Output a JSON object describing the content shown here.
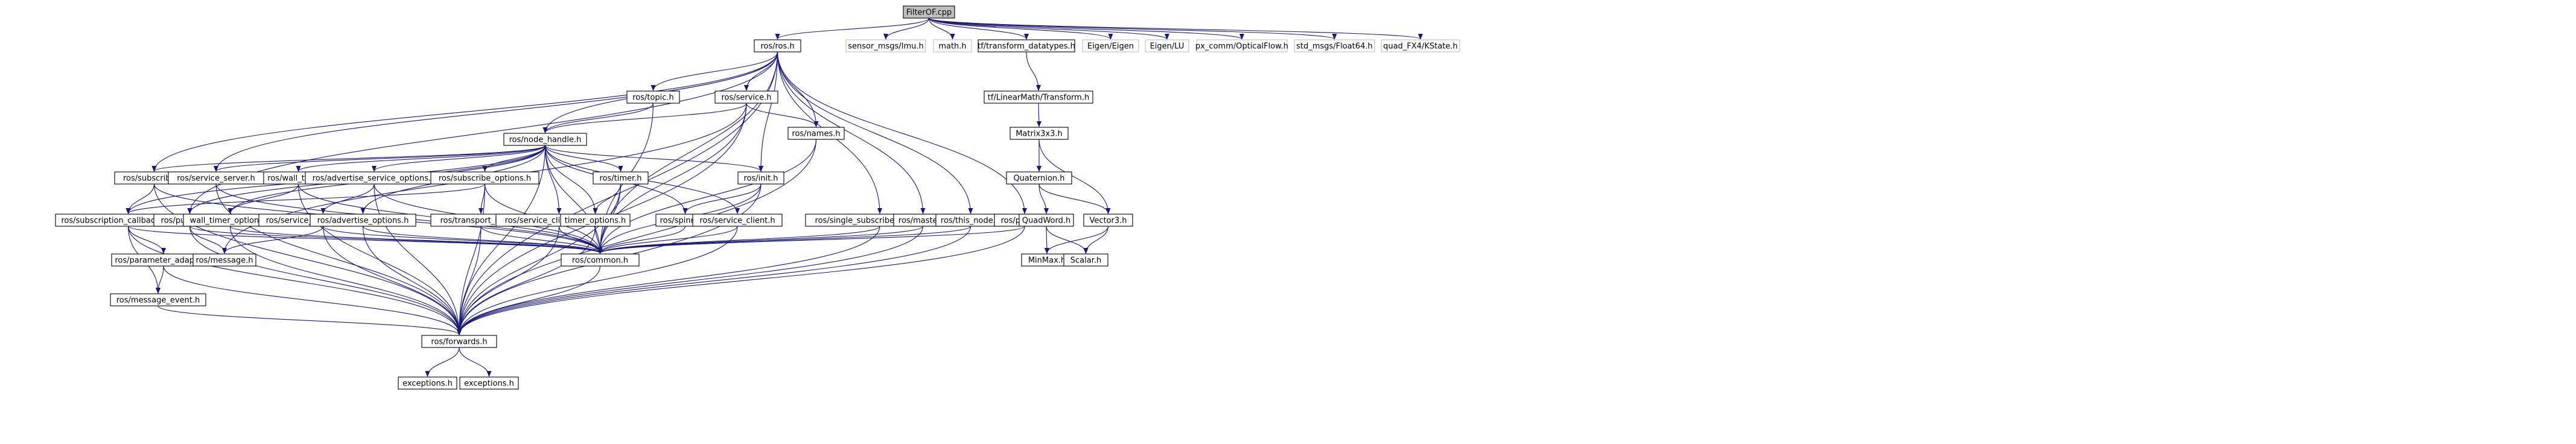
{
  "diagram": {
    "nodes": [
      {
        "id": "filterof",
        "label": "FilterOF.cpp",
        "style": "root"
      },
      {
        "id": "ros_h",
        "label": "ros/ros.h",
        "style": "plain"
      },
      {
        "id": "sensor_imu",
        "label": "sensor_msgs/Imu.h",
        "style": "ext"
      },
      {
        "id": "math_h",
        "label": "math.h",
        "style": "ext"
      },
      {
        "id": "tf_datatypes",
        "label": "tf/transform_datatypes.h",
        "style": "plain"
      },
      {
        "id": "eigen_eigen",
        "label": "Eigen/Eigen",
        "style": "ext"
      },
      {
        "id": "eigen_lu",
        "label": "Eigen/LU",
        "style": "ext"
      },
      {
        "id": "px_comm",
        "label": "px_comm/OpticalFlow.h",
        "style": "ext"
      },
      {
        "id": "std_float64",
        "label": "std_msgs/Float64.h",
        "style": "ext"
      },
      {
        "id": "quad_fx4",
        "label": "quad_FX4/KState.h",
        "style": "ext"
      },
      {
        "id": "ros_topic",
        "label": "ros/topic.h",
        "style": "plain"
      },
      {
        "id": "ros_service",
        "label": "ros/service.h",
        "style": "plain"
      },
      {
        "id": "tf_transform",
        "label": "tf/LinearMath/Transform.h",
        "style": "plain"
      },
      {
        "id": "ros_names",
        "label": "ros/names.h",
        "style": "plain"
      },
      {
        "id": "matrix3x3",
        "label": "Matrix3x3.h",
        "style": "plain"
      },
      {
        "id": "node_handle",
        "label": "ros/node_handle.h",
        "style": "plain"
      },
      {
        "id": "ros_subscriber",
        "label": "ros/subscriber.h",
        "style": "plain"
      },
      {
        "id": "service_server",
        "label": "ros/service_server.h",
        "style": "plain"
      },
      {
        "id": "wall_timer",
        "label": "ros/wall_timer.h",
        "style": "plain"
      },
      {
        "id": "adv_service_opts",
        "label": "ros/advertise_service_options.h",
        "style": "plain"
      },
      {
        "id": "subscribe_opts",
        "label": "ros/subscribe_options.h",
        "style": "plain"
      },
      {
        "id": "ros_timer",
        "label": "ros/timer.h",
        "style": "plain"
      },
      {
        "id": "ros_init",
        "label": "ros/init.h",
        "style": "plain"
      },
      {
        "id": "quaternion",
        "label": "Quaternion.h",
        "style": "plain"
      },
      {
        "id": "sub_cb_helper",
        "label": "ros/subscription_callback_helper.h",
        "style": "plain"
      },
      {
        "id": "ros_publisher",
        "label": "ros/publisher.h",
        "style": "plain"
      },
      {
        "id": "wall_timer_opts",
        "label": "wall_timer_options.h",
        "style": "plain"
      },
      {
        "id": "service_cb_helper",
        "label": "ros/service_callback_helper.h",
        "style": "plain"
      },
      {
        "id": "adv_opts",
        "label": "ros/advertise_options.h",
        "style": "plain"
      },
      {
        "id": "transport_hints",
        "label": "ros/transport_hints.h",
        "style": "plain"
      },
      {
        "id": "service_client_opts",
        "label": "ros/service_client_options.h",
        "style": "plain"
      },
      {
        "id": "timer_opts",
        "label": "timer_options.h",
        "style": "plain"
      },
      {
        "id": "ros_spinner",
        "label": "ros/spinner.h",
        "style": "plain"
      },
      {
        "id": "service_client",
        "label": "ros/service_client.h",
        "style": "plain"
      },
      {
        "id": "single_sub_pub",
        "label": "ros/single_subscriber_publisher.h",
        "style": "plain"
      },
      {
        "id": "ros_master",
        "label": "ros/master.h",
        "style": "plain"
      },
      {
        "id": "this_node",
        "label": "ros/this_node.h",
        "style": "plain"
      },
      {
        "id": "ros_param",
        "label": "ros/param.h",
        "style": "plain"
      },
      {
        "id": "quadword",
        "label": "QuadWord.h",
        "style": "plain"
      },
      {
        "id": "vector3",
        "label": "Vector3.h",
        "style": "plain"
      },
      {
        "id": "param_adapter",
        "label": "ros/parameter_adapter.h",
        "style": "plain"
      },
      {
        "id": "ros_message",
        "label": "ros/message.h",
        "style": "plain"
      },
      {
        "id": "ros_common",
        "label": "ros/common.h",
        "style": "plain"
      },
      {
        "id": "minmax",
        "label": "MinMax.h",
        "style": "plain"
      },
      {
        "id": "scalar",
        "label": "Scalar.h",
        "style": "plain"
      },
      {
        "id": "message_event",
        "label": "ros/message_event.h",
        "style": "plain"
      },
      {
        "id": "ros_forwards",
        "label": "ros/forwards.h",
        "style": "plain"
      },
      {
        "id": "exceptions_1",
        "label": "exceptions.h",
        "style": "plain"
      },
      {
        "id": "exceptions_2",
        "label": "exceptions.h",
        "style": "plain"
      }
    ],
    "edges": [
      [
        "filterof",
        "ros_h"
      ],
      [
        "filterof",
        "sensor_imu"
      ],
      [
        "filterof",
        "math_h"
      ],
      [
        "filterof",
        "tf_datatypes"
      ],
      [
        "filterof",
        "eigen_eigen"
      ],
      [
        "filterof",
        "eigen_lu"
      ],
      [
        "filterof",
        "px_comm"
      ],
      [
        "filterof",
        "std_float64"
      ],
      [
        "filterof",
        "quad_fx4"
      ],
      [
        "ros_h",
        "ros_topic"
      ],
      [
        "ros_h",
        "ros_service"
      ],
      [
        "ros_h",
        "node_handle"
      ],
      [
        "ros_h",
        "ros_names"
      ],
      [
        "ros_h",
        "ros_subscriber"
      ],
      [
        "ros_h",
        "service_server"
      ],
      [
        "ros_h",
        "ros_init"
      ],
      [
        "ros_h",
        "ros_publisher"
      ],
      [
        "ros_h",
        "single_sub_pub"
      ],
      [
        "ros_h",
        "ros_master"
      ],
      [
        "ros_h",
        "this_node"
      ],
      [
        "ros_h",
        "ros_param"
      ],
      [
        "ros_h",
        "ros_common"
      ],
      [
        "ros_h",
        "ros_forwards"
      ],
      [
        "tf_datatypes",
        "tf_transform"
      ],
      [
        "tf_transform",
        "matrix3x3"
      ],
      [
        "matrix3x3",
        "quaternion"
      ],
      [
        "matrix3x3",
        "vector3"
      ],
      [
        "quaternion",
        "quadword"
      ],
      [
        "quaternion",
        "vector3"
      ],
      [
        "quadword",
        "minmax"
      ],
      [
        "quadword",
        "scalar"
      ],
      [
        "vector3",
        "minmax"
      ],
      [
        "vector3",
        "scalar"
      ],
      [
        "ros_topic",
        "node_handle"
      ],
      [
        "ros_topic",
        "ros_common"
      ],
      [
        "ros_service",
        "node_handle"
      ],
      [
        "ros_service",
        "ros_names"
      ],
      [
        "ros_service",
        "ros_common"
      ],
      [
        "ros_service",
        "ros_forwards"
      ],
      [
        "ros_service",
        "ros_message"
      ],
      [
        "ros_names",
        "ros_common"
      ],
      [
        "ros_names",
        "ros_forwards"
      ],
      [
        "node_handle",
        "ros_subscriber"
      ],
      [
        "node_handle",
        "service_server"
      ],
      [
        "node_handle",
        "wall_timer"
      ],
      [
        "node_handle",
        "adv_service_opts"
      ],
      [
        "node_handle",
        "subscribe_opts"
      ],
      [
        "node_handle",
        "ros_timer"
      ],
      [
        "node_handle",
        "ros_init"
      ],
      [
        "node_handle",
        "ros_publisher"
      ],
      [
        "node_handle",
        "wall_timer_opts"
      ],
      [
        "node_handle",
        "service_client_opts"
      ],
      [
        "node_handle",
        "timer_opts"
      ],
      [
        "node_handle",
        "ros_spinner"
      ],
      [
        "node_handle",
        "service_client"
      ],
      [
        "node_handle",
        "adv_opts"
      ],
      [
        "node_handle",
        "ros_common"
      ],
      [
        "node_handle",
        "ros_forwards"
      ],
      [
        "node_handle",
        "sub_cb_helper"
      ],
      [
        "ros_subscriber",
        "sub_cb_helper"
      ],
      [
        "ros_subscriber",
        "ros_common"
      ],
      [
        "ros_subscriber",
        "ros_forwards"
      ],
      [
        "service_server",
        "ros_common"
      ],
      [
        "service_server",
        "ros_forwards"
      ],
      [
        "wall_timer",
        "wall_timer_opts"
      ],
      [
        "wall_timer",
        "ros_common"
      ],
      [
        "wall_timer",
        "ros_forwards"
      ],
      [
        "adv_service_opts",
        "service_cb_helper"
      ],
      [
        "adv_service_opts",
        "ros_common"
      ],
      [
        "adv_service_opts",
        "ros_forwards"
      ],
      [
        "subscribe_opts",
        "transport_hints"
      ],
      [
        "subscribe_opts",
        "sub_cb_helper"
      ],
      [
        "subscribe_opts",
        "ros_common"
      ],
      [
        "subscribe_opts",
        "ros_forwards"
      ],
      [
        "ros_timer",
        "timer_opts"
      ],
      [
        "ros_timer",
        "ros_common"
      ],
      [
        "ros_timer",
        "ros_forwards"
      ],
      [
        "ros_init",
        "ros_spinner"
      ],
      [
        "ros_init",
        "ros_common"
      ],
      [
        "ros_init",
        "ros_forwards"
      ],
      [
        "sub_cb_helper",
        "param_adapter"
      ],
      [
        "sub_cb_helper",
        "message_event"
      ],
      [
        "sub_cb_helper",
        "ros_common"
      ],
      [
        "sub_cb_helper",
        "ros_forwards"
      ],
      [
        "ros_publisher",
        "ros_message"
      ],
      [
        "ros_publisher",
        "ros_common"
      ],
      [
        "ros_publisher",
        "ros_forwards"
      ],
      [
        "wall_timer_opts",
        "ros_common"
      ],
      [
        "wall_timer_opts",
        "ros_forwards"
      ],
      [
        "service_cb_helper",
        "ros_message"
      ],
      [
        "service_cb_helper",
        "ros_common"
      ],
      [
        "service_cb_helper",
        "ros_forwards"
      ],
      [
        "adv_opts",
        "ros_common"
      ],
      [
        "adv_opts",
        "ros_forwards"
      ],
      [
        "transport_hints",
        "ros_common"
      ],
      [
        "transport_hints",
        "ros_forwards"
      ],
      [
        "service_client_opts",
        "ros_common"
      ],
      [
        "service_client_opts",
        "ros_forwards"
      ],
      [
        "timer_opts",
        "ros_common"
      ],
      [
        "timer_opts",
        "ros_forwards"
      ],
      [
        "ros_spinner",
        "ros_common"
      ],
      [
        "service_client",
        "ros_common"
      ],
      [
        "service_client",
        "ros_forwards"
      ],
      [
        "single_sub_pub",
        "ros_common"
      ],
      [
        "single_sub_pub",
        "ros_forwards"
      ],
      [
        "ros_master",
        "ros_common"
      ],
      [
        "ros_master",
        "ros_forwards"
      ],
      [
        "this_node",
        "ros_common"
      ],
      [
        "this_node",
        "ros_forwards"
      ],
      [
        "ros_param",
        "ros_common"
      ],
      [
        "ros_param",
        "ros_forwards"
      ],
      [
        "param_adapter",
        "message_event"
      ],
      [
        "param_adapter",
        "ros_forwards"
      ],
      [
        "message_event",
        "ros_forwards"
      ],
      [
        "ros_common",
        "ros_forwards"
      ],
      [
        "ros_forwards",
        "exceptions_1"
      ],
      [
        "ros_forwards",
        "exceptions_2"
      ]
    ]
  }
}
